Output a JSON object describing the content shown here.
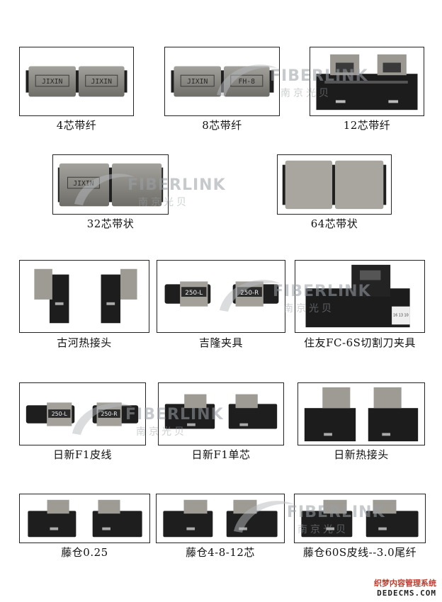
{
  "watermark": {
    "brand": "FIBERLINK",
    "sub": "南京光贝"
  },
  "labels": {
    "jixin": "JIXIN",
    "fh8": "FH-8",
    "l250": "250-L",
    "r250": "250-R",
    "scale": "16 13 10"
  },
  "items": [
    {
      "caption": "4芯带纤"
    },
    {
      "caption": "8芯带纤"
    },
    {
      "caption": "12芯带纤"
    },
    {
      "caption": "32芯带状"
    },
    {
      "caption": "64芯带状"
    },
    {
      "caption": "古河热接头"
    },
    {
      "caption": "吉隆夹具"
    },
    {
      "caption": "住友FC-6S切割刀夹具"
    },
    {
      "caption": "日新F1皮线"
    },
    {
      "caption": "日新F1单芯"
    },
    {
      "caption": "日新热接头"
    },
    {
      "caption": "藤仓0.25"
    },
    {
      "caption": "藤仓4-8-12芯"
    },
    {
      "caption": "藤仓60S皮线--3.0尾纤"
    }
  ],
  "footer": {
    "line1": "织梦内容管理系统",
    "line2": "DEDECMS.COM"
  },
  "colors": {
    "metal": "#8c8a84",
    "black": "#1e1e1e",
    "border": "#222222"
  }
}
